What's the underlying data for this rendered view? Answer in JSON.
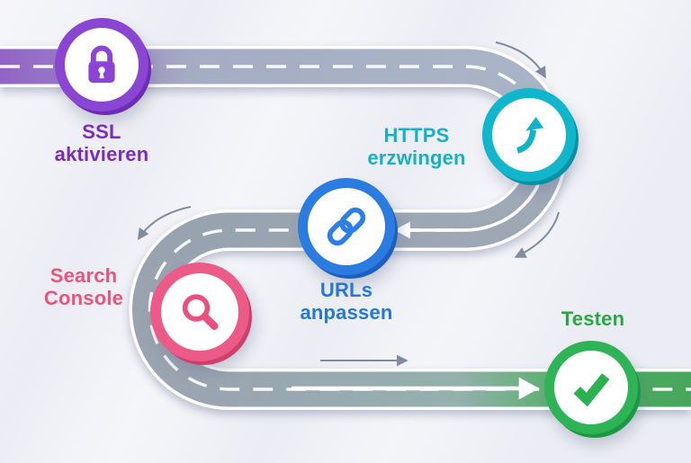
{
  "background_color": "#ecedf4",
  "road": {
    "edge_color": "#ffffff",
    "lane_marking_color": "#ffffff",
    "start_purple_color": "#9263c6",
    "blue_gray_color": "#a9b4c6",
    "gray_color": "#99a3af",
    "end_green_color": "#47a65c",
    "direction_arrow_color": "#ffffff",
    "guide_arrow_color": "#7e8c9e"
  },
  "steps": [
    {
      "line1": "SSL",
      "line2": "aktivieren",
      "color": "#7c2cbd",
      "ring_color": "#8a46d2",
      "icon": "lock-icon"
    },
    {
      "line1": "HTTPS",
      "line2": "erzwingen",
      "color": "#16b0c7",
      "ring_color": "#10b6cc",
      "icon": "redirect-arrow-icon"
    },
    {
      "line1": "URLs",
      "line2": "anpassen",
      "color": "#2577d9",
      "ring_color": "#2a7ce1",
      "icon": "chain-link-icon"
    },
    {
      "line1": "Search",
      "line2": "Console",
      "color": "#e8547c",
      "ring_color": "#ec5b87",
      "icon": "magnifier-icon"
    },
    {
      "line1": "Testen",
      "line2": "",
      "color": "#27a844",
      "ring_color": "#2eb457",
      "icon": "checkmark-icon"
    }
  ]
}
